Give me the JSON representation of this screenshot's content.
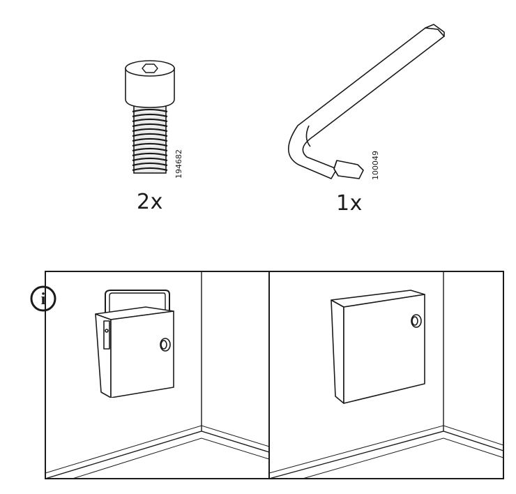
{
  "parts": [
    {
      "name": "screw",
      "code": "194682",
      "quantity": "2x",
      "icon": "screw-icon"
    },
    {
      "name": "allen-key",
      "code": "100049",
      "quantity": "1x",
      "icon": "allen-key-icon"
    }
  ],
  "info": {
    "icon": "info-icon",
    "symbol": "i"
  },
  "panels": [
    {
      "name": "box-with-handle",
      "icon": "box-with-handle-icon"
    },
    {
      "name": "box-without-handle",
      "icon": "box-without-handle-icon"
    }
  ]
}
